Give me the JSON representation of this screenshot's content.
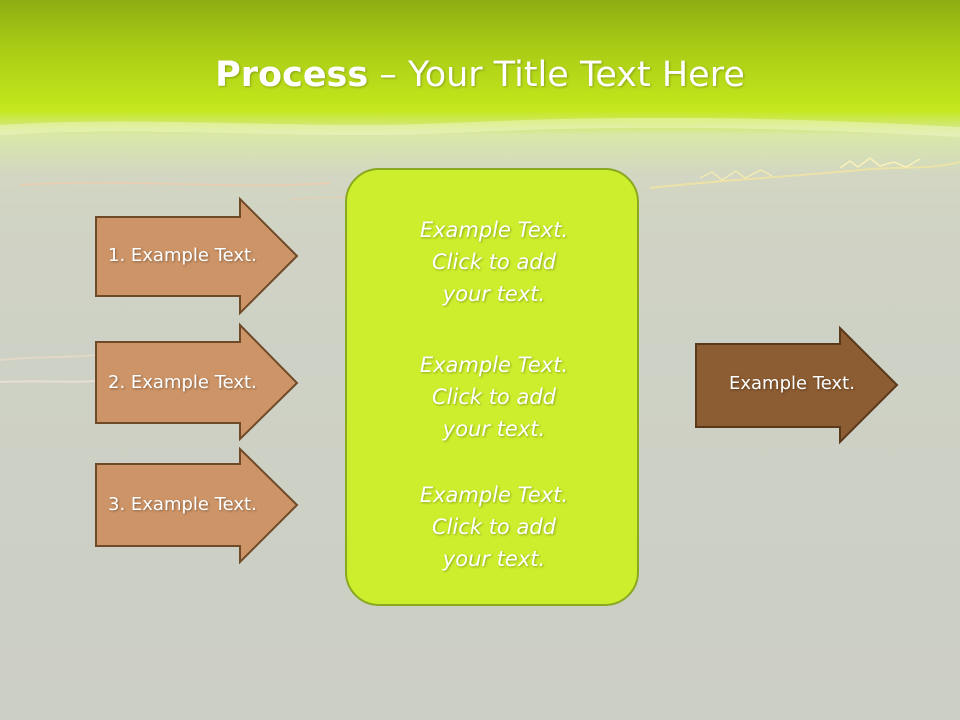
{
  "slide": {
    "title_strong": "Process",
    "title_rest": " – Your Title Text Here"
  },
  "left_steps": [
    {
      "label": "1. Example Text."
    },
    {
      "label": "2. Example Text."
    },
    {
      "label": "3. Example Text."
    }
  ],
  "center_items": [
    {
      "lines": [
        "Example Text.",
        "Click  to add",
        "your text."
      ]
    },
    {
      "lines": [
        "Example Text.",
        "Click  to add",
        "your text."
      ]
    },
    {
      "lines": [
        "Example Text.",
        "Click  to add",
        "your text."
      ]
    }
  ],
  "right_step": {
    "label": "Example Text."
  },
  "colors": {
    "left_arrow_fill": "#cd9467",
    "left_arrow_stroke": "#6e4a28",
    "right_arrow_fill": "#8c5c32",
    "right_arrow_stroke": "#5a381a",
    "center_fill": "#ccee2c",
    "center_stroke": "#8aa820"
  }
}
